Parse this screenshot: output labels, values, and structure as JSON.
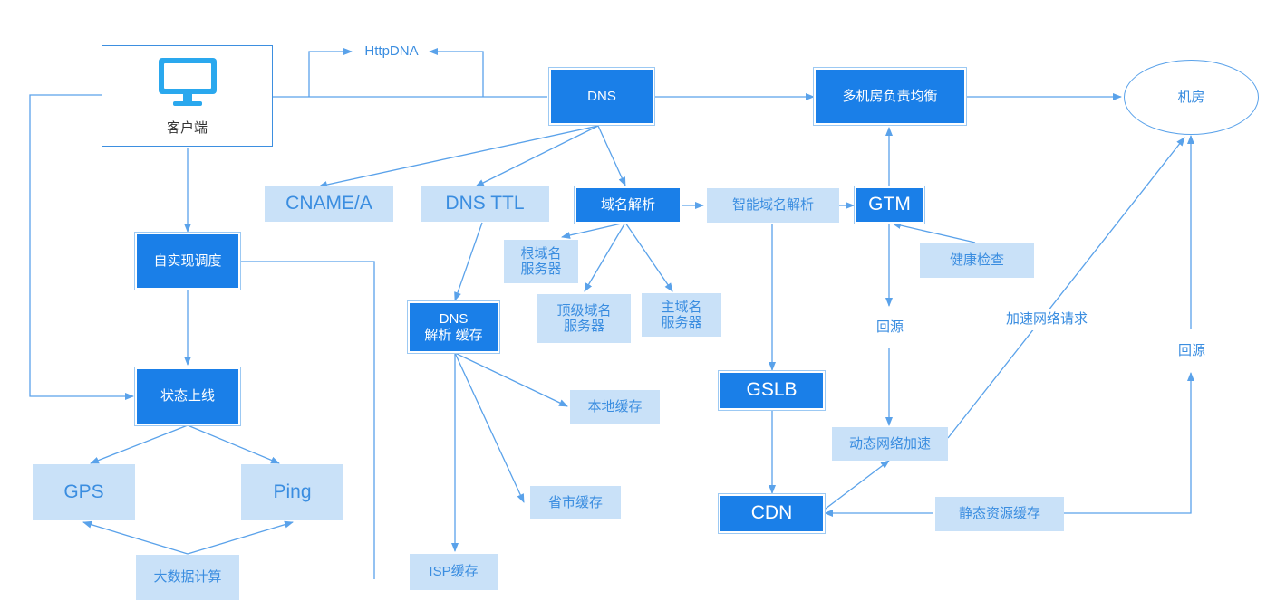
{
  "client": {
    "label": "客户端",
    "icon": "monitor-icon"
  },
  "httpdns": "HttpDNA",
  "dns": "DNS",
  "multi_dc_lb": "多机房负责均衡",
  "datacenter": "机房",
  "cname": "CNAME/A",
  "dns_ttl": "DNS TTL",
  "domain_resolve": "域名解析",
  "smart_resolve": "智能域名解析",
  "gtm": "GTM",
  "health_check": "健康检查",
  "root_ns": {
    "line1": "根域名",
    "line2": "服务器"
  },
  "tld_ns": {
    "line1": "顶级域名",
    "line2": "服务器"
  },
  "primary_ns": {
    "line1": "主域名",
    "line2": "服务器"
  },
  "self_schedule": "自实现调度",
  "dns_cache": {
    "line1": "DNS",
    "line2": "解析 缓存"
  },
  "online_status": "状态上线",
  "local_cache": "本地缓存",
  "province_cache": "省市缓存",
  "isp_cache": "ISP缓存",
  "gps": "GPS",
  "ping": "Ping",
  "bigdata": "大数据计算",
  "back_to_origin_1": "回源",
  "back_to_origin_2": "回源",
  "accelerate_request": "加速网络请求",
  "gslb": "GSLB",
  "dynamic_accel": "动态网络加速",
  "cdn": "CDN",
  "static_cache": "静态资源缓存",
  "colors": {
    "dark": "#1a7fe8",
    "light": "#c9e1f8",
    "line": "#5aa2ea",
    "text": "#3a8de0"
  }
}
